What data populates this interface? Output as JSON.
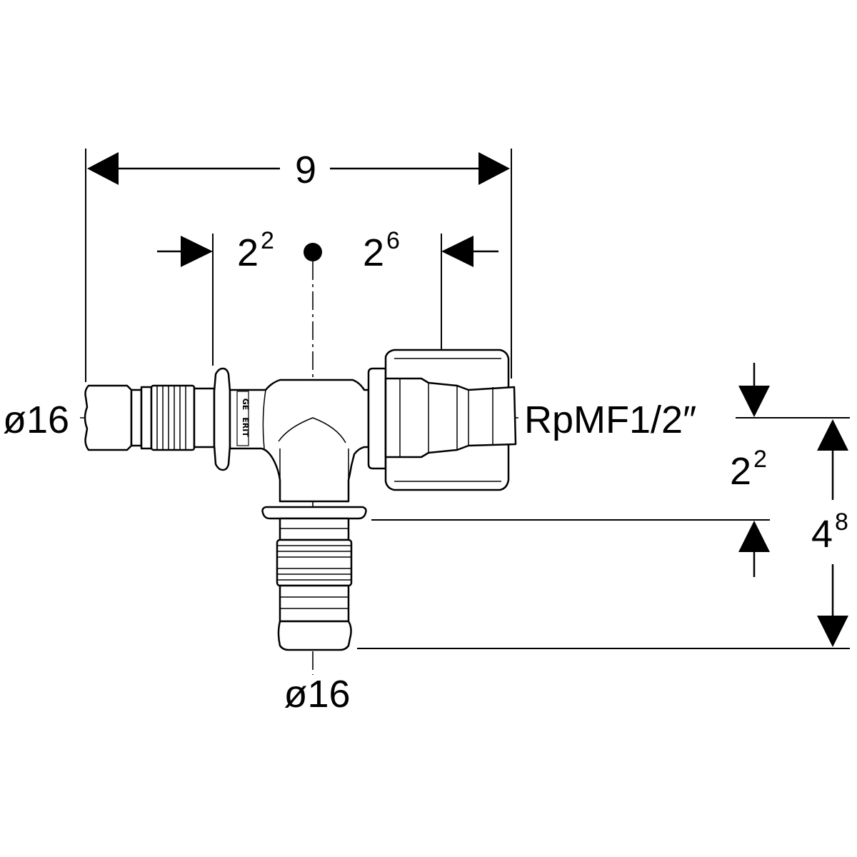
{
  "dimensions": {
    "overall_length": "9",
    "left_to_axis": {
      "base": "2",
      "sup": "2"
    },
    "axis_to_right": {
      "base": "2",
      "sup": "6"
    },
    "right_outlet_height": {
      "base": "2",
      "sup": "2"
    },
    "total_height": {
      "base": "4",
      "sup": "8"
    }
  },
  "connections": {
    "left": "ø16",
    "right": "RpMF1/2″",
    "bottom": "ø16"
  },
  "stamp": {
    "left": "GE",
    "right": "ERIT"
  },
  "colors": {
    "line": "#000000",
    "background": "#ffffff"
  }
}
